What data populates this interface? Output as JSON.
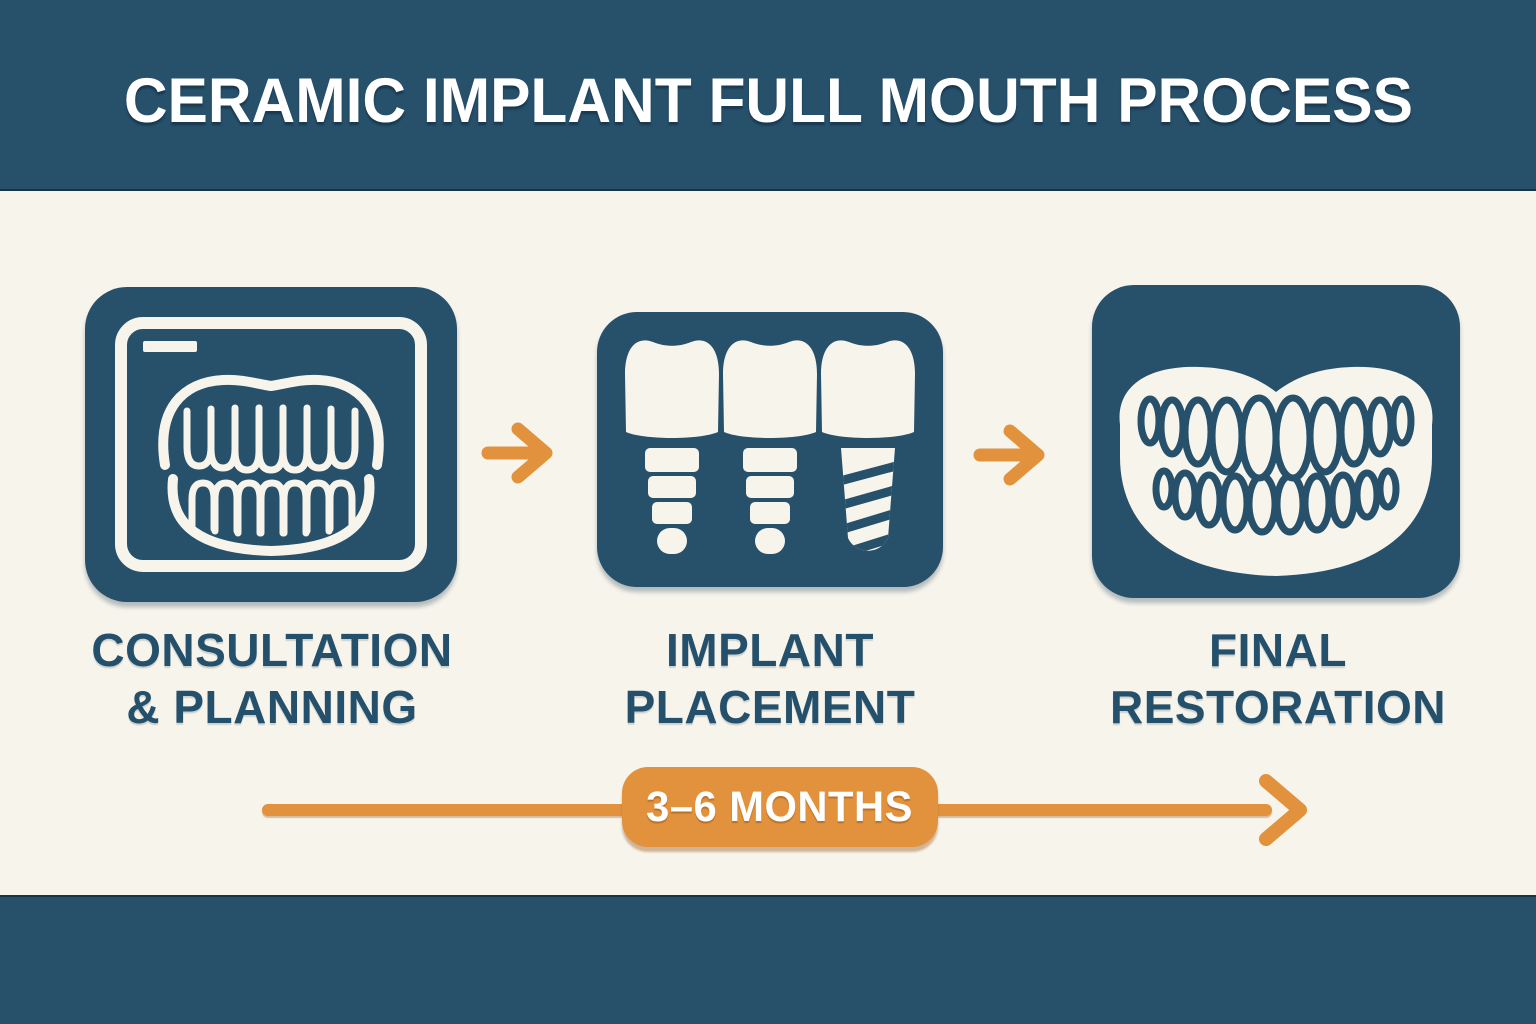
{
  "header": {
    "title": "CERAMIC IMPLANT FULL MOUTH PROCESS"
  },
  "steps": [
    {
      "label_line1": "CONSULTATION",
      "label_line2": "& PLANNING",
      "icon": "xray-mouth-icon"
    },
    {
      "label_line1": "IMPLANT",
      "label_line2": "PLACEMENT",
      "icon": "dental-implants-icon"
    },
    {
      "label_line1": "FINAL",
      "label_line2": "RESTORATION",
      "icon": "dentures-icon"
    }
  ],
  "timeline": {
    "duration_label": "3–6 MONTHS"
  },
  "colors": {
    "navy": "#27506b",
    "cream": "#f7f4ec",
    "orange": "#e2923c",
    "white": "#ffffff"
  }
}
